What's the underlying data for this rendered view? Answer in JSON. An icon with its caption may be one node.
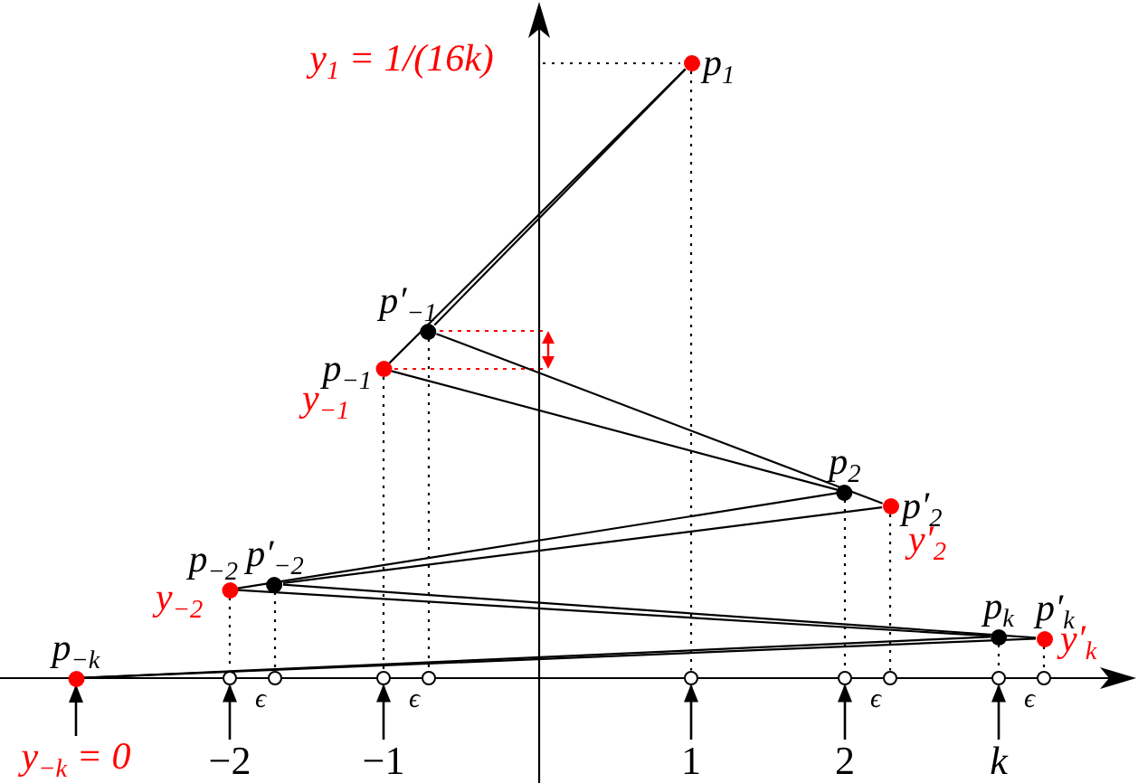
{
  "diagram": {
    "nodes": [
      {
        "text": [
          "p$_{1}$"
        ]
      },
      {
        "text": [
          "p′$_{−1}$"
        ]
      },
      {
        "text": [
          "p$_{−1}$"
        ],
        "beside": [
          "y$_{−1}$"
        ]
      },
      {
        "text": [
          "p$_{2}$"
        ]
      },
      {
        "text": [
          "p′$_{2}$"
        ],
        "beside": [
          "y′$_{2}$"
        ]
      },
      {
        "text": [
          "p$_{−2}$"
        ],
        "beside": [
          "y$_{−2}$"
        ]
      },
      {
        "text": [
          "p′$_{−2}$"
        ]
      },
      {
        "text": [
          "p$_{k}$"
        ]
      },
      {
        "text": [
          "p′$_{k}$"
        ],
        "beside": [
          "y′$_{k}$"
        ]
      },
      {
        "text": [
          "p$_{−k}$"
        ]
      },
      {
        "text": [],
        "shape": "circle"
      },
      {
        "text": [],
        "shape": "circle"
      },
      {
        "text": [],
        "shape": "circle"
      },
      {
        "text": [],
        "shape": "circle"
      },
      {
        "text": [],
        "shape": "circle"
      },
      {
        "text": [],
        "shape": "circle"
      },
      {
        "text": [],
        "shape": "circle"
      },
      {
        "text": [],
        "shape": "circle"
      },
      {
        "text": [],
        "shape": "circle"
      },
      {
        "text": [
          "y$_{−k}$ = 0"
        ]
      },
      {
        "text": [
          "−2"
        ]
      },
      {
        "text": [
          "−1"
        ]
      },
      {
        "text": [
          "1"
        ]
      },
      {
        "text": [
          "2"
        ]
      },
      {
        "text": [
          "k"
        ]
      }
    ],
    "edges": [
      {
        "from": 0,
        "to": 1,
        "arrow": "none"
      },
      {
        "from": 0,
        "to": 2,
        "arrow": "none"
      },
      {
        "from": 1,
        "to": 4,
        "arrow": "none"
      },
      {
        "from": 2,
        "to": 3,
        "arrow": "none"
      },
      {
        "from": 3,
        "to": 5,
        "arrow": "none"
      },
      {
        "from": 4,
        "to": 6,
        "arrow": "none"
      },
      {
        "from": 5,
        "to": 7,
        "arrow": "none"
      },
      {
        "from": 6,
        "to": 8,
        "arrow": "none"
      },
      {
        "from": 7,
        "to": 9,
        "arrow": "none"
      },
      {
        "from": 8,
        "to": 9,
        "arrow": "none"
      },
      {
        "from": 5,
        "to": 10,
        "arrow": "none",
        "style": "dashed"
      },
      {
        "from": 6,
        "to": 11,
        "arrow": "none",
        "style": "dashed"
      },
      {
        "from": 2,
        "to": 12,
        "arrow": "none",
        "style": "dashed"
      },
      {
        "from": 1,
        "to": 13,
        "arrow": "none",
        "style": "dashed"
      },
      {
        "from": 0,
        "to": 14,
        "arrow": "none",
        "style": "dashed"
      },
      {
        "from": 3,
        "to": 15,
        "arrow": "none",
        "style": "dashed"
      },
      {
        "from": 4,
        "to": 16,
        "arrow": "none",
        "style": "dashed"
      },
      {
        "from": 7,
        "to": 17,
        "arrow": "none",
        "style": "dashed"
      },
      {
        "from": 8,
        "to": 18,
        "arrow": "none",
        "style": "dashed"
      },
      {
        "from": 19,
        "to": 9,
        "arrow": "to"
      },
      {
        "from": 20,
        "to": 10,
        "arrow": "to"
      },
      {
        "from": 21,
        "to": 12,
        "arrow": "to"
      },
      {
        "from": 22,
        "to": 14,
        "arrow": "to"
      },
      {
        "from": 23,
        "to": 15,
        "arrow": "to"
      },
      {
        "from": 24,
        "to": 17,
        "arrow": "to"
      }
    ],
    "labels": [
      "y$_{1}$ = 1/(16k)",
      "ϵ",
      "ϵ",
      "ϵ",
      "ϵ"
    ]
  }
}
